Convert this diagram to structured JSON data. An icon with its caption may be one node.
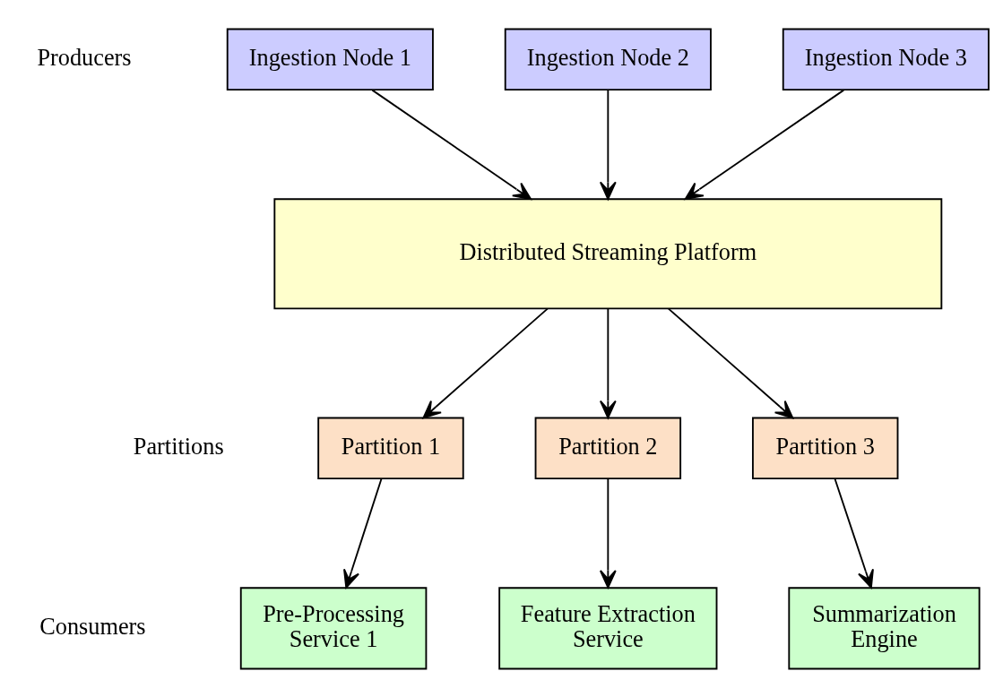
{
  "diagram": {
    "nodes": [
      {
        "text": [
          "Ingestion Node 1"
        ]
      },
      {
        "text": [
          "Ingestion Node 2"
        ]
      },
      {
        "text": [
          "Ingestion Node 3"
        ]
      },
      {
        "text": [
          "Distributed Streaming Platform"
        ]
      },
      {
        "text": [
          "Partition 1"
        ]
      },
      {
        "text": [
          "Partition 2"
        ]
      },
      {
        "text": [
          "Partition 3"
        ]
      },
      {
        "text": [
          "Pre-Processing Service 1"
        ]
      },
      {
        "text": [
          "Feature Extraction Service"
        ]
      },
      {
        "text": [
          "Summarization Engine"
        ]
      }
    ],
    "edges": [
      {
        "from": 0,
        "to": 3,
        "arrow": "to"
      },
      {
        "from": 1,
        "to": 3,
        "arrow": "to"
      },
      {
        "from": 2,
        "to": 3,
        "arrow": "to"
      },
      {
        "from": 3,
        "to": 4,
        "arrow": "to"
      },
      {
        "from": 3,
        "to": 5,
        "arrow": "to"
      },
      {
        "from": 3,
        "to": 6,
        "arrow": "to"
      },
      {
        "from": 4,
        "to": 7,
        "arrow": "to"
      },
      {
        "from": 5,
        "to": 8,
        "arrow": "to"
      },
      {
        "from": 6,
        "to": 9,
        "arrow": "to"
      }
    ],
    "labels": [
      "Producers",
      "Partitions",
      "Consumers"
    ]
  }
}
